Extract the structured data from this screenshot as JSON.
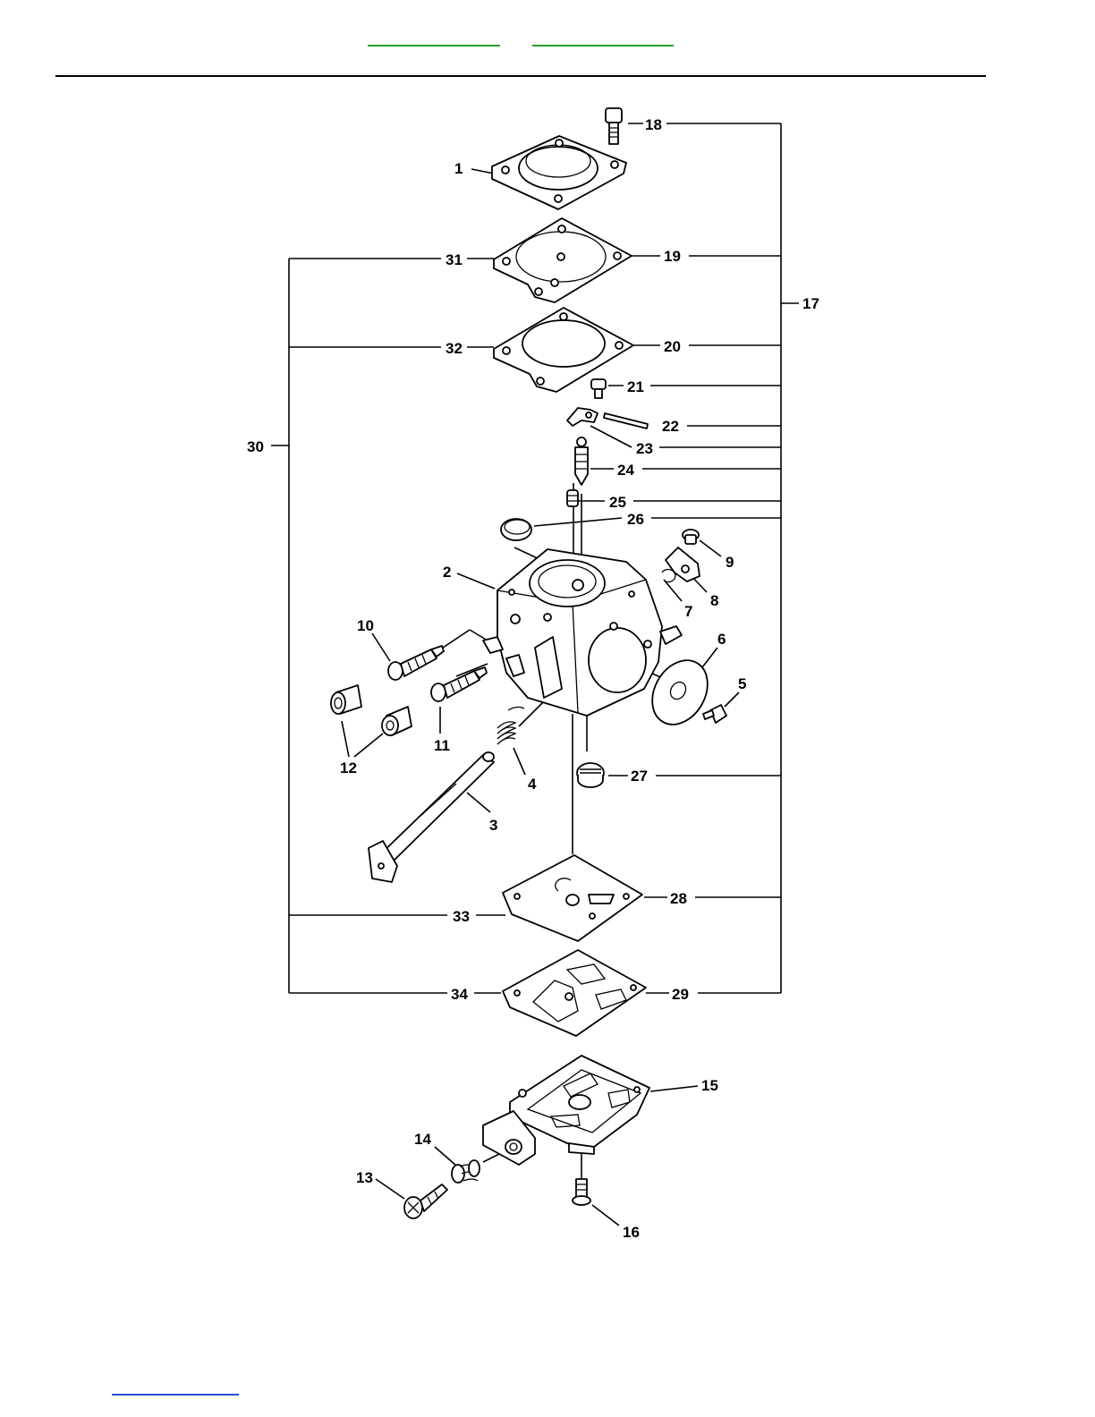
{
  "colors": {
    "nav_link": "#2a9d2a",
    "footer_link": "#2b4fd8",
    "ink": "#000000"
  },
  "callouts": [
    "1",
    "2",
    "3",
    "4",
    "5",
    "6",
    "7",
    "8",
    "9",
    "10",
    "11",
    "12",
    "13",
    "14",
    "15",
    "16",
    "17",
    "18",
    "19",
    "20",
    "21",
    "22",
    "23",
    "24",
    "25",
    "26",
    "27",
    "28",
    "29",
    "30",
    "31",
    "32",
    "33",
    "34"
  ]
}
